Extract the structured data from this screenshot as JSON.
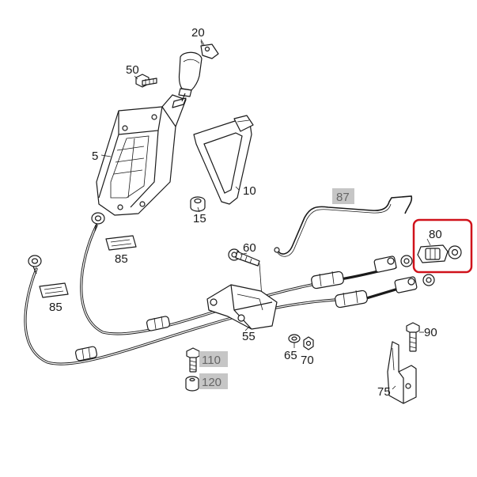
{
  "labels": {
    "p5": "5",
    "p10": "10",
    "p15": "15",
    "p20": "20",
    "p50": "50",
    "p55": "55",
    "p60": "60",
    "p65": "65",
    "p70": "70",
    "p75": "75",
    "p80": "80",
    "p85a": "85",
    "p85b": "85",
    "p87": "87",
    "p90": "90",
    "p110": "110",
    "p120": "120"
  },
  "colors": {
    "highlight": "#d0121b",
    "gray_label_bg": "#c6c6c6",
    "line": "#1a1a1a"
  },
  "highlighted_part": "80"
}
